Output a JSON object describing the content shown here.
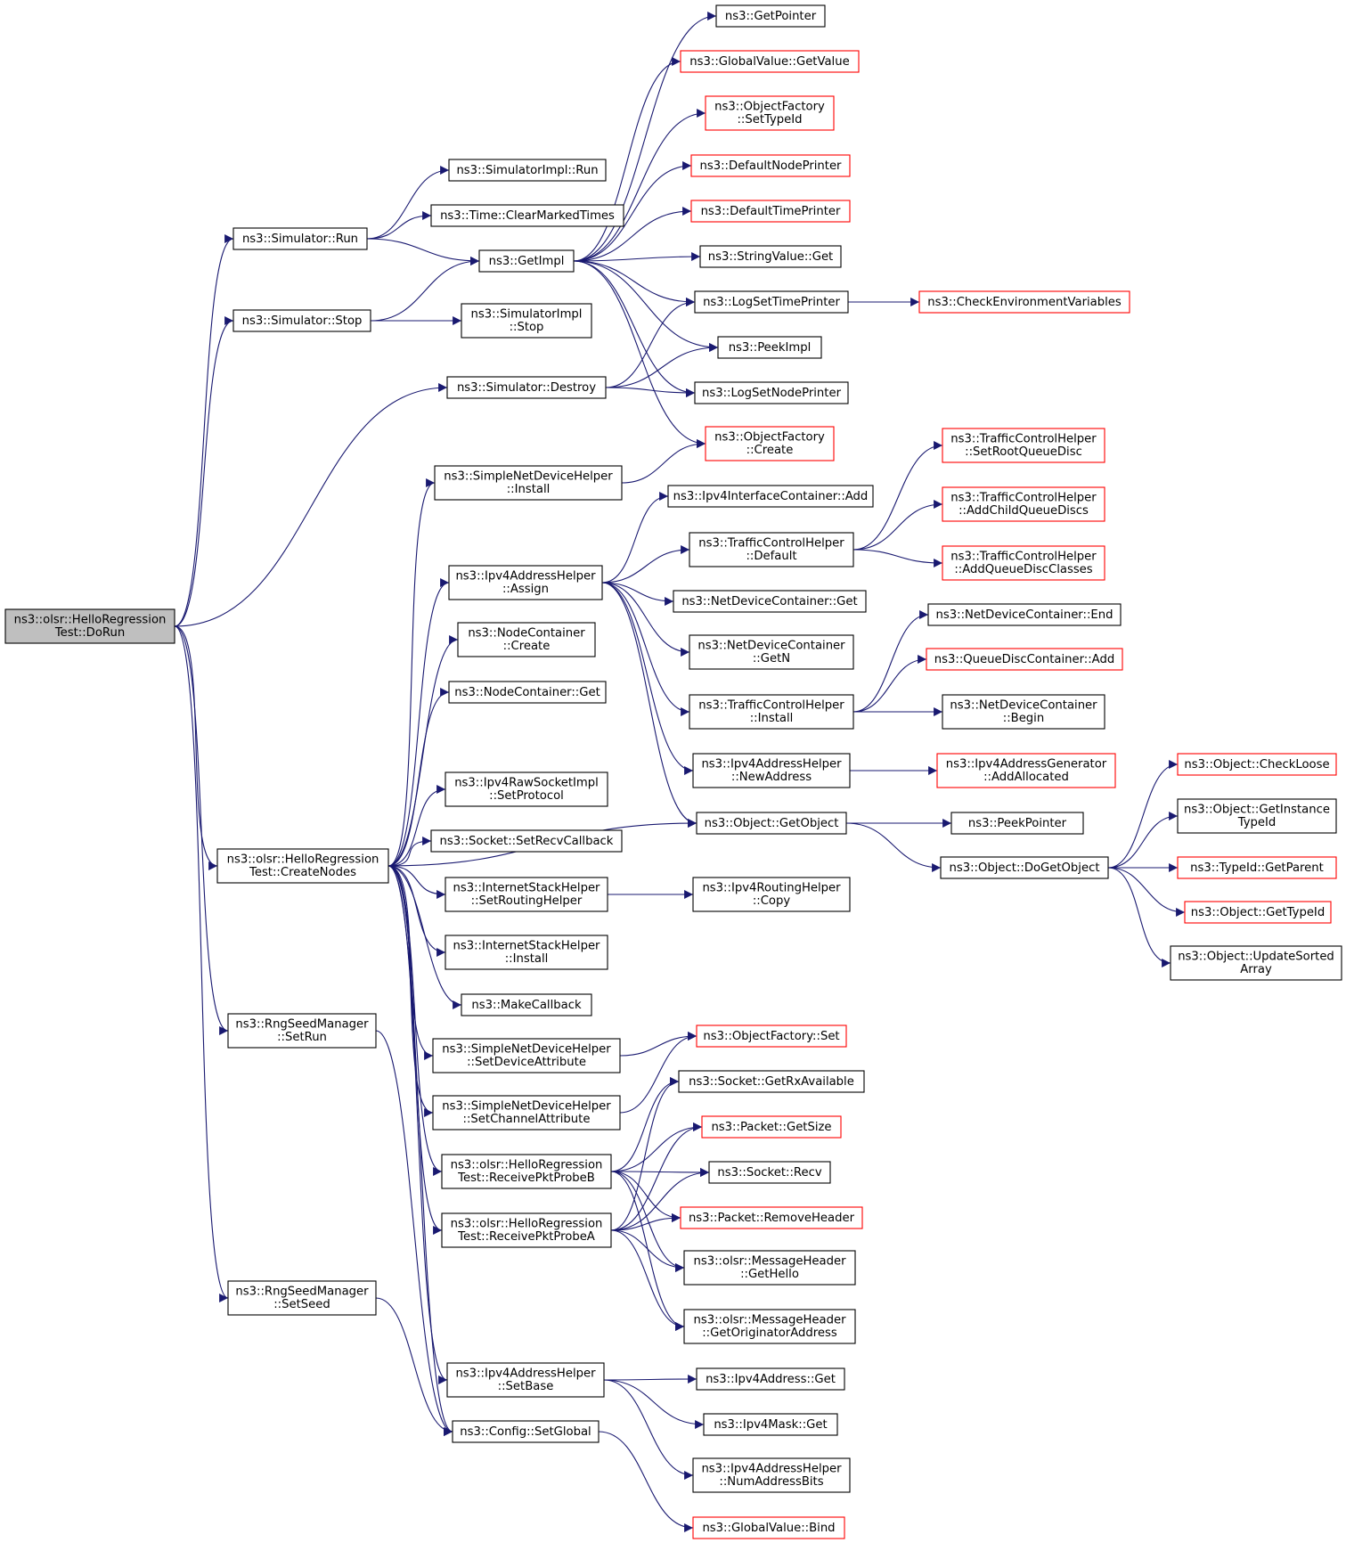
{
  "colors": {
    "edge": "#191970",
    "node_border": "#000000",
    "truncated_border": "#ff0000",
    "root_fill": "#bfbfbf",
    "node_fill": "#ffffff"
  },
  "nodes": [
    {
      "id": "root",
      "lines": [
        "ns3::olsr::HelloRegression",
        "Test::DoRun"
      ],
      "style": "root"
    },
    {
      "id": "sim_run",
      "lines": [
        "ns3::Simulator::Run"
      ],
      "style": "normal"
    },
    {
      "id": "sim_stop",
      "lines": [
        "ns3::Simulator::Stop"
      ],
      "style": "normal"
    },
    {
      "id": "sim_destroy",
      "lines": [
        "ns3::Simulator::Destroy"
      ],
      "style": "normal"
    },
    {
      "id": "createnodes",
      "lines": [
        "ns3::olsr::HelloRegression",
        "Test::CreateNodes"
      ],
      "style": "normal"
    },
    {
      "id": "rng_setrun",
      "lines": [
        "ns3::RngSeedManager",
        "::SetRun"
      ],
      "style": "normal"
    },
    {
      "id": "rng_setseed",
      "lines": [
        "ns3::RngSeedManager",
        "::SetSeed"
      ],
      "style": "normal"
    },
    {
      "id": "simimpl_run",
      "lines": [
        "ns3::SimulatorImpl::Run"
      ],
      "style": "normal"
    },
    {
      "id": "clearmarked",
      "lines": [
        "ns3::Time::ClearMarkedTimes"
      ],
      "style": "normal"
    },
    {
      "id": "getimpl",
      "lines": [
        "ns3::GetImpl"
      ],
      "style": "normal"
    },
    {
      "id": "simimpl_stop",
      "lines": [
        "ns3::SimulatorImpl",
        "::Stop"
      ],
      "style": "normal"
    },
    {
      "id": "getpointer",
      "lines": [
        "ns3::GetPointer"
      ],
      "style": "normal"
    },
    {
      "id": "gv_getvalue",
      "lines": [
        "ns3::GlobalValue::GetValue"
      ],
      "style": "truncated"
    },
    {
      "id": "of_settypeid",
      "lines": [
        "ns3::ObjectFactory",
        "::SetTypeId"
      ],
      "style": "truncated"
    },
    {
      "id": "defnodeprinter",
      "lines": [
        "ns3::DefaultNodePrinter"
      ],
      "style": "truncated"
    },
    {
      "id": "deftimeprinter",
      "lines": [
        "ns3::DefaultTimePrinter"
      ],
      "style": "truncated"
    },
    {
      "id": "stringvalue_get",
      "lines": [
        "ns3::StringValue::Get"
      ],
      "style": "normal"
    },
    {
      "id": "logsettime",
      "lines": [
        "ns3::LogSetTimePrinter"
      ],
      "style": "normal"
    },
    {
      "id": "checkenv",
      "lines": [
        "ns3::CheckEnvironmentVariables"
      ],
      "style": "truncated"
    },
    {
      "id": "peekimpl",
      "lines": [
        "ns3::PeekImpl"
      ],
      "style": "normal"
    },
    {
      "id": "logsetnode",
      "lines": [
        "ns3::LogSetNodePrinter"
      ],
      "style": "normal"
    },
    {
      "id": "of_create",
      "lines": [
        "ns3::ObjectFactory",
        "::Create"
      ],
      "style": "truncated"
    },
    {
      "id": "sndh_install",
      "lines": [
        "ns3::SimpleNetDeviceHelper",
        "::Install"
      ],
      "style": "normal"
    },
    {
      "id": "ipv4addr_assign",
      "lines": [
        "ns3::Ipv4AddressHelper",
        "::Assign"
      ],
      "style": "normal"
    },
    {
      "id": "ipv4ic_add",
      "lines": [
        "ns3::Ipv4InterfaceContainer::Add"
      ],
      "style": "normal"
    },
    {
      "id": "tch_default",
      "lines": [
        "ns3::TrafficControlHelper",
        "::Default"
      ],
      "style": "normal"
    },
    {
      "id": "tch_setroot",
      "lines": [
        "ns3::TrafficControlHelper",
        "::SetRootQueueDisc"
      ],
      "style": "truncated"
    },
    {
      "id": "tch_addchild",
      "lines": [
        "ns3::TrafficControlHelper",
        "::AddChildQueueDiscs"
      ],
      "style": "truncated"
    },
    {
      "id": "tch_addclasses",
      "lines": [
        "ns3::TrafficControlHelper",
        "::AddQueueDiscClasses"
      ],
      "style": "truncated"
    },
    {
      "id": "ndc_get",
      "lines": [
        "ns3::NetDeviceContainer::Get"
      ],
      "style": "normal"
    },
    {
      "id": "ndc_getn",
      "lines": [
        "ns3::NetDeviceContainer",
        "::GetN"
      ],
      "style": "normal"
    },
    {
      "id": "nc_create",
      "lines": [
        "ns3::NodeContainer",
        "::Create"
      ],
      "style": "normal"
    },
    {
      "id": "nc_get",
      "lines": [
        "ns3::NodeContainer::Get"
      ],
      "style": "normal"
    },
    {
      "id": "ndc_end",
      "lines": [
        "ns3::NetDeviceContainer::End"
      ],
      "style": "normal"
    },
    {
      "id": "qdc_add",
      "lines": [
        "ns3::QueueDiscContainer::Add"
      ],
      "style": "truncated"
    },
    {
      "id": "tch_install",
      "lines": [
        "ns3::TrafficControlHelper",
        "::Install"
      ],
      "style": "normal"
    },
    {
      "id": "ndc_begin",
      "lines": [
        "ns3::NetDeviceContainer",
        "::Begin"
      ],
      "style": "normal"
    },
    {
      "id": "ipv4addr_newaddr",
      "lines": [
        "ns3::Ipv4AddressHelper",
        "::NewAddress"
      ],
      "style": "normal"
    },
    {
      "id": "ipv4gen_addalloc",
      "lines": [
        "ns3::Ipv4AddressGenerator",
        "::AddAllocated"
      ],
      "style": "truncated"
    },
    {
      "id": "obj_checkloose",
      "lines": [
        "ns3::Object::CheckLoose"
      ],
      "style": "truncated"
    },
    {
      "id": "rawsock_setproto",
      "lines": [
        "ns3::Ipv4RawSocketImpl",
        "::SetProtocol"
      ],
      "style": "normal"
    },
    {
      "id": "obj_getobject",
      "lines": [
        "ns3::Object::GetObject"
      ],
      "style": "normal"
    },
    {
      "id": "peekpointer",
      "lines": [
        "ns3::PeekPointer"
      ],
      "style": "normal"
    },
    {
      "id": "obj_getinstance",
      "lines": [
        "ns3::Object::GetInstance",
        "TypeId"
      ],
      "style": "normal"
    },
    {
      "id": "sock_setrecvcb",
      "lines": [
        "ns3::Socket::SetRecvCallback"
      ],
      "style": "normal"
    },
    {
      "id": "obj_dogetobject",
      "lines": [
        "ns3::Object::DoGetObject"
      ],
      "style": "normal"
    },
    {
      "id": "typeid_getparent",
      "lines": [
        "ns3::TypeId::GetParent"
      ],
      "style": "truncated"
    },
    {
      "id": "ish_setrouting",
      "lines": [
        "ns3::InternetStackHelper",
        "::SetRoutingHelper"
      ],
      "style": "normal"
    },
    {
      "id": "ipv4rh_copy",
      "lines": [
        "ns3::Ipv4RoutingHelper",
        "::Copy"
      ],
      "style": "normal"
    },
    {
      "id": "obj_gettypeid",
      "lines": [
        "ns3::Object::GetTypeId"
      ],
      "style": "truncated"
    },
    {
      "id": "ish_install",
      "lines": [
        "ns3::InternetStackHelper",
        "::Install"
      ],
      "style": "normal"
    },
    {
      "id": "obj_updatesorted",
      "lines": [
        "ns3::Object::UpdateSorted",
        "Array"
      ],
      "style": "normal"
    },
    {
      "id": "makecallback",
      "lines": [
        "ns3::MakeCallback"
      ],
      "style": "normal"
    },
    {
      "id": "sndh_setdevattr",
      "lines": [
        "ns3::SimpleNetDeviceHelper",
        "::SetDeviceAttribute"
      ],
      "style": "normal"
    },
    {
      "id": "of_set",
      "lines": [
        "ns3::ObjectFactory::Set"
      ],
      "style": "truncated"
    },
    {
      "id": "sock_getrx",
      "lines": [
        "ns3::Socket::GetRxAvailable"
      ],
      "style": "normal"
    },
    {
      "id": "sndh_setchanattr",
      "lines": [
        "ns3::SimpleNetDeviceHelper",
        "::SetChannelAttribute"
      ],
      "style": "normal"
    },
    {
      "id": "pkt_getsize",
      "lines": [
        "ns3::Packet::GetSize"
      ],
      "style": "truncated"
    },
    {
      "id": "recvB",
      "lines": [
        "ns3::olsr::HelloRegression",
        "Test::ReceivePktProbeB"
      ],
      "style": "normal"
    },
    {
      "id": "sock_recv",
      "lines": [
        "ns3::Socket::Recv"
      ],
      "style": "normal"
    },
    {
      "id": "pkt_removeheader",
      "lines": [
        "ns3::Packet::RemoveHeader"
      ],
      "style": "truncated"
    },
    {
      "id": "recvA",
      "lines": [
        "ns3::olsr::HelloRegression",
        "Test::ReceivePktProbeA"
      ],
      "style": "normal"
    },
    {
      "id": "mh_gethello",
      "lines": [
        "ns3::olsr::MessageHeader",
        "::GetHello"
      ],
      "style": "normal"
    },
    {
      "id": "mh_getorig",
      "lines": [
        "ns3::olsr::MessageHeader",
        "::GetOriginatorAddress"
      ],
      "style": "normal"
    },
    {
      "id": "rng_setrun_dummy",
      "lines": [],
      "style": "none"
    },
    {
      "id": "ipv4addr_setbase",
      "lines": [
        "ns3::Ipv4AddressHelper",
        "::SetBase"
      ],
      "style": "normal"
    },
    {
      "id": "ipv4address_get",
      "lines": [
        "ns3::Ipv4Address::Get"
      ],
      "style": "normal"
    },
    {
      "id": "config_setglobal",
      "lines": [
        "ns3::Config::SetGlobal"
      ],
      "style": "normal"
    },
    {
      "id": "ipv4mask_get",
      "lines": [
        "ns3::Ipv4Mask::Get"
      ],
      "style": "normal"
    },
    {
      "id": "ipv4addr_numbits",
      "lines": [
        "ns3::Ipv4AddressHelper",
        "::NumAddressBits"
      ],
      "style": "normal"
    },
    {
      "id": "gv_bind",
      "lines": [
        "ns3::GlobalValue::Bind"
      ],
      "style": "truncated"
    }
  ],
  "edges": [
    [
      "root",
      "sim_run"
    ],
    [
      "root",
      "sim_stop"
    ],
    [
      "root",
      "sim_destroy"
    ],
    [
      "root",
      "createnodes"
    ],
    [
      "root",
      "rng_setrun"
    ],
    [
      "root",
      "rng_setseed"
    ],
    [
      "sim_run",
      "simimpl_run"
    ],
    [
      "sim_run",
      "clearmarked"
    ],
    [
      "sim_run",
      "getimpl"
    ],
    [
      "sim_stop",
      "getimpl"
    ],
    [
      "sim_stop",
      "simimpl_stop"
    ],
    [
      "sim_destroy",
      "logsettime"
    ],
    [
      "sim_destroy",
      "peekimpl"
    ],
    [
      "sim_destroy",
      "logsetnode"
    ],
    [
      "getimpl",
      "getpointer"
    ],
    [
      "getimpl",
      "gv_getvalue"
    ],
    [
      "getimpl",
      "of_settypeid"
    ],
    [
      "getimpl",
      "defnodeprinter"
    ],
    [
      "getimpl",
      "deftimeprinter"
    ],
    [
      "getimpl",
      "stringvalue_get"
    ],
    [
      "getimpl",
      "logsettime"
    ],
    [
      "getimpl",
      "peekimpl"
    ],
    [
      "getimpl",
      "logsetnode"
    ],
    [
      "getimpl",
      "of_create"
    ],
    [
      "logsettime",
      "checkenv"
    ],
    [
      "createnodes",
      "sndh_install"
    ],
    [
      "createnodes",
      "ipv4addr_assign"
    ],
    [
      "createnodes",
      "nc_create"
    ],
    [
      "createnodes",
      "nc_get"
    ],
    [
      "createnodes",
      "obj_getobject"
    ],
    [
      "createnodes",
      "rawsock_setproto"
    ],
    [
      "createnodes",
      "sock_setrecvcb"
    ],
    [
      "createnodes",
      "ish_setrouting"
    ],
    [
      "createnodes",
      "ish_install"
    ],
    [
      "createnodes",
      "makecallback"
    ],
    [
      "createnodes",
      "sndh_setdevattr"
    ],
    [
      "createnodes",
      "sndh_setchanattr"
    ],
    [
      "createnodes",
      "recvB"
    ],
    [
      "createnodes",
      "recvA"
    ],
    [
      "createnodes",
      "ipv4addr_setbase"
    ],
    [
      "createnodes",
      "config_setglobal"
    ],
    [
      "sndh_install",
      "of_create"
    ],
    [
      "ipv4addr_assign",
      "ipv4ic_add"
    ],
    [
      "ipv4addr_assign",
      "tch_default"
    ],
    [
      "ipv4addr_assign",
      "ndc_get"
    ],
    [
      "ipv4addr_assign",
      "ndc_getn"
    ],
    [
      "ipv4addr_assign",
      "tch_install"
    ],
    [
      "ipv4addr_assign",
      "ipv4addr_newaddr"
    ],
    [
      "ipv4addr_assign",
      "obj_getobject"
    ],
    [
      "tch_default",
      "tch_setroot"
    ],
    [
      "tch_default",
      "tch_addchild"
    ],
    [
      "tch_default",
      "tch_addclasses"
    ],
    [
      "tch_install",
      "ndc_end"
    ],
    [
      "tch_install",
      "qdc_add"
    ],
    [
      "tch_install",
      "ndc_begin"
    ],
    [
      "ipv4addr_newaddr",
      "ipv4gen_addalloc"
    ],
    [
      "obj_getobject",
      "peekpointer"
    ],
    [
      "obj_getobject",
      "obj_dogetobject"
    ],
    [
      "obj_dogetobject",
      "obj_checkloose"
    ],
    [
      "obj_dogetobject",
      "obj_getinstance"
    ],
    [
      "obj_dogetobject",
      "typeid_getparent"
    ],
    [
      "obj_dogetobject",
      "obj_gettypeid"
    ],
    [
      "obj_dogetobject",
      "obj_updatesorted"
    ],
    [
      "ish_setrouting",
      "ipv4rh_copy"
    ],
    [
      "sndh_setdevattr",
      "of_set"
    ],
    [
      "sndh_setchanattr",
      "of_set"
    ],
    [
      "recvB",
      "sock_getrx"
    ],
    [
      "recvB",
      "pkt_getsize"
    ],
    [
      "recvB",
      "sock_recv"
    ],
    [
      "recvB",
      "pkt_removeheader"
    ],
    [
      "recvB",
      "mh_gethello"
    ],
    [
      "recvB",
      "mh_getorig"
    ],
    [
      "recvA",
      "sock_getrx"
    ],
    [
      "recvA",
      "pkt_getsize"
    ],
    [
      "recvA",
      "sock_recv"
    ],
    [
      "recvA",
      "pkt_removeheader"
    ],
    [
      "recvA",
      "mh_gethello"
    ],
    [
      "recvA",
      "mh_getorig"
    ],
    [
      "rng_setrun",
      "config_setglobal"
    ],
    [
      "rng_setseed",
      "config_setglobal"
    ],
    [
      "ipv4addr_setbase",
      "ipv4address_get"
    ],
    [
      "ipv4addr_setbase",
      "ipv4mask_get"
    ],
    [
      "ipv4addr_setbase",
      "ipv4addr_numbits"
    ],
    [
      "config_setglobal",
      "gv_bind"
    ]
  ]
}
